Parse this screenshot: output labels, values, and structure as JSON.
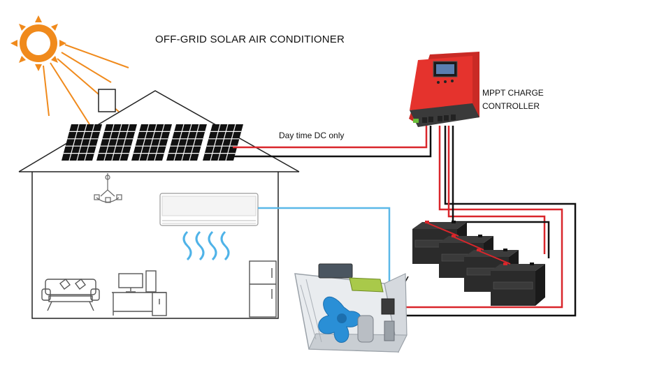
{
  "diagram": {
    "title": "OFF-GRID SOLAR AIR CONDITIONER",
    "controller_label_line1": "MPPT CHARGE",
    "controller_label_line2": "CONTROLLER",
    "wire_label": "Day time DC only"
  },
  "colors": {
    "sun": "#f08a1c",
    "controller_body": "#e5332d",
    "controller_base": "#3a3a3a",
    "positive_wire": "#d9262b",
    "negative_wire": "#111111",
    "signal_wire": "#5bb8e8",
    "fan": "#2a8fd6",
    "panel": "#111111",
    "battery": "#2b2b2b"
  },
  "icons": [
    "sun-icon",
    "solar-panel-icon",
    "chandelier-icon",
    "split-ac-icon",
    "airflow-icon",
    "sofa-icon",
    "desk-computer-icon",
    "fridge-icon",
    "charge-controller-icon",
    "battery-icon",
    "outdoor-unit-icon"
  ]
}
